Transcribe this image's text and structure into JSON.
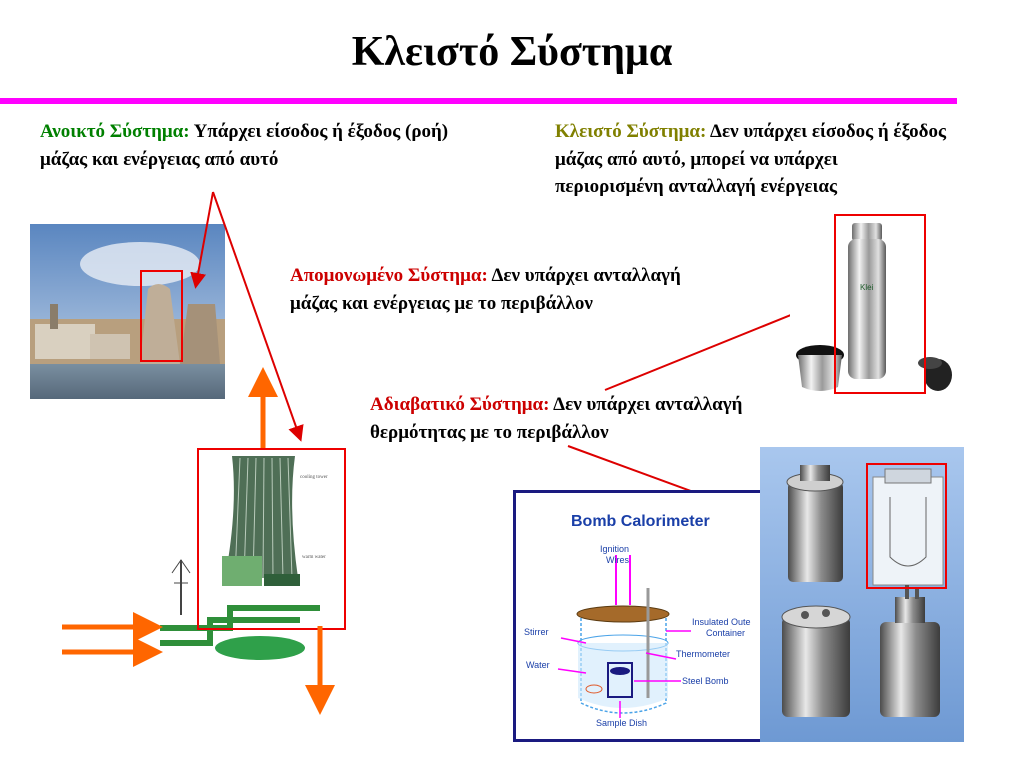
{
  "slide": {
    "title": "Κλειστό Σύστημα"
  },
  "open_system": {
    "label": "Ανοικτό Σύστημα:",
    "desc": "Υπάρχει είσοδος ή έξοδος (ροή) μάζας και ενέργειας από αυτό"
  },
  "closed_system": {
    "label": "Κλειστό Σύστημα:",
    "desc": "Δεν υπάρχει είσοδος ή έξοδος μάζας από αυτό, μπορεί να υπάρχει περιορισμένη ανταλλαγή ενέργειας"
  },
  "isolated_system": {
    "label": "Απομονωμένο Σύστημα:",
    "desc": "Δεν υπάρχει ανταλλαγή μάζας και ενέργειας με το περιβάλλον"
  },
  "adiabatic_system": {
    "label": "Αδιαβατικό Σύστημα:",
    "desc": "Δεν υπάρχει ανταλλαγή θερμότητας με το περιβάλλον"
  },
  "calorimeter": {
    "title": "Bomb Calorimeter",
    "labels": {
      "ignition": "Ignition",
      "wires": "Wires",
      "stirrer": "Stirrer",
      "water": "Water",
      "insulated_outer": "Insulated Oute",
      "container": "Container",
      "thermometer": "Thermometer",
      "steel_bomb": "Steel Bomb",
      "sample_dish": "Sample Dish"
    }
  },
  "thermos": {
    "brand": "Klei"
  },
  "colors": {
    "accent_rule": "#ff00ff",
    "open_label": "#008000",
    "closed_label": "#808000",
    "highlight": "#cc0000",
    "flow_arrow": "#ff6600"
  }
}
